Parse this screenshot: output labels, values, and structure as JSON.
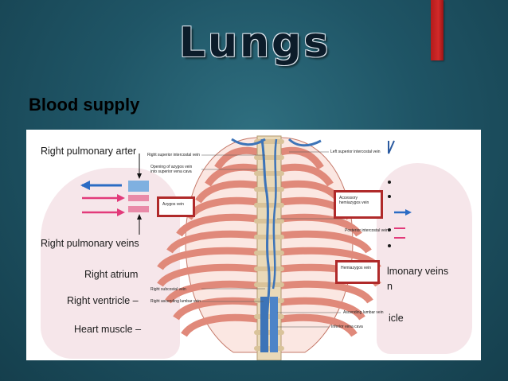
{
  "slide": {
    "title": "Lungs",
    "subtitle": "Blood supply"
  },
  "figure": {
    "left_labels": [
      "Right pulmonary arter",
      "Right pulmonary veins",
      "Right atrium",
      "Right ventricle –",
      "Heart muscle –"
    ],
    "right_labels": [
      "lmonary veins",
      "n",
      "icle"
    ],
    "diagram_labels": {
      "right_superior_intercostal_vein": "Right superior intercostal vein",
      "opening_azygos": "Opening of azygos vein into superior vena cava",
      "left_superior_intercostal_vein": "Left superior intercostal vein",
      "azygos_vein": "Azygos vein",
      "accessory_hemiazygos_vein": "Accessory hemiazygos vein",
      "posterior_intercostal_vein": "Posterior intercostal vein",
      "hemiazygos_vein": "Hemiazygos vein",
      "right_subcostal_vein": "Right subcostal vein",
      "right_ascending_lumbar_vein": "Right ascending lumbar vein",
      "ascending_lumbar_vein": "Ascending lumbar vein",
      "inferior_vena_cava": "Inferior vena cava"
    }
  },
  "colors": {
    "accent": "#c62222",
    "background": "#1f5566",
    "rib": "#e0897a",
    "vein": "#3d74b8"
  }
}
